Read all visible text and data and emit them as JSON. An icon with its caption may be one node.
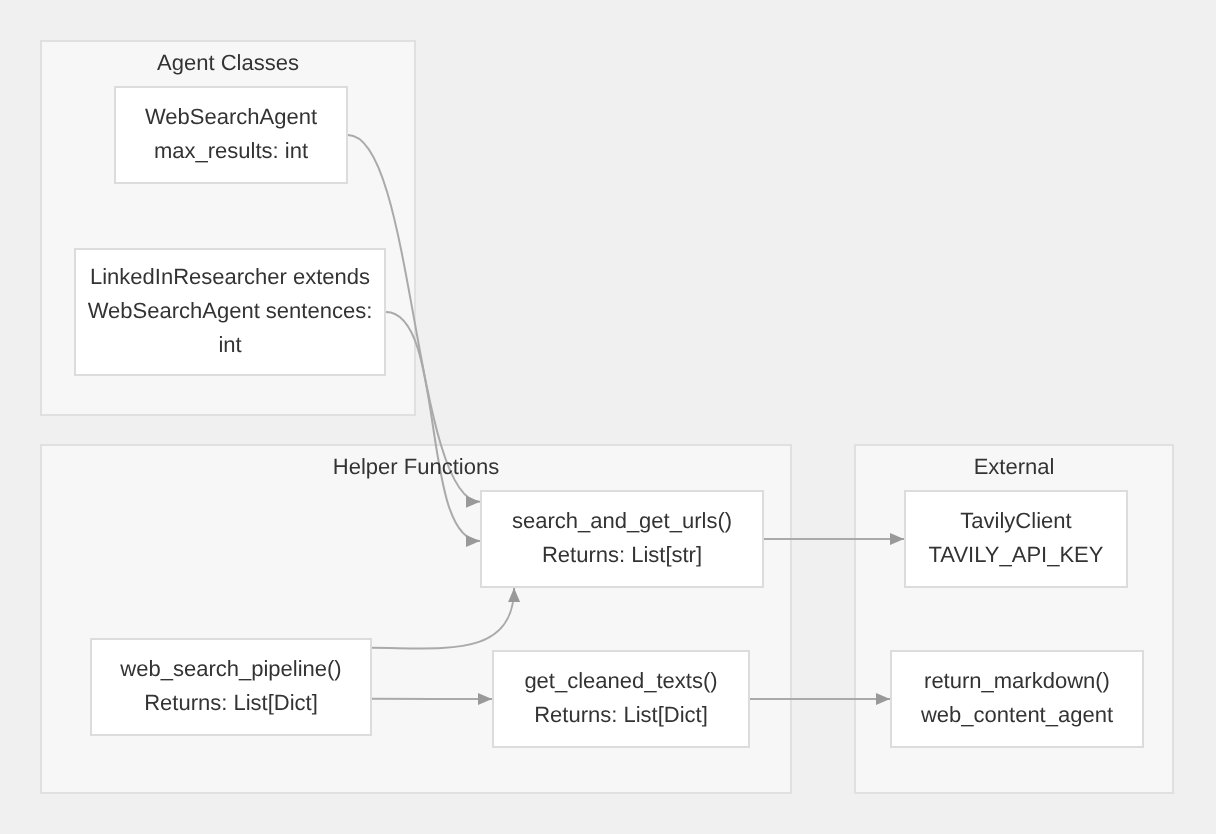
{
  "diagram": {
    "nodes": [
      {
        "text": [
          "Agent Classes"
        ]
      },
      {
        "text": [
          "WebSearchAgent max_results: int"
        ],
        "in": 0
      },
      {
        "text": [
          "LinkedInResearcher extends WebSearchAgent sentences: int"
        ],
        "in": 0
      },
      {
        "text": [
          "Helper Functions"
        ]
      },
      {
        "text": [
          "search_and_get_urls() Returns: List[str]"
        ],
        "in": 3
      },
      {
        "text": [
          "web_search_pipeline() Returns: List[Dict]"
        ],
        "in": 3
      },
      {
        "text": [
          "get_cleaned_texts() Returns: List[Dict]"
        ],
        "in": 3
      },
      {
        "text": [
          "External"
        ]
      },
      {
        "text": [
          "TavilyClient TAVILY_API_KEY"
        ],
        "in": 7
      },
      {
        "text": [
          "return_markdown() web_content_agent"
        ],
        "in": 7
      }
    ],
    "edges": [
      {
        "from": 1,
        "to": 4,
        "arrow": "to"
      },
      {
        "from": 2,
        "to": 4,
        "arrow": "to"
      },
      {
        "from": 5,
        "to": 4,
        "arrow": "to"
      },
      {
        "from": 5,
        "to": 6,
        "arrow": "to"
      },
      {
        "from": 4,
        "to": 8,
        "arrow": "to"
      },
      {
        "from": 6,
        "to": 9,
        "arrow": "to"
      }
    ]
  }
}
